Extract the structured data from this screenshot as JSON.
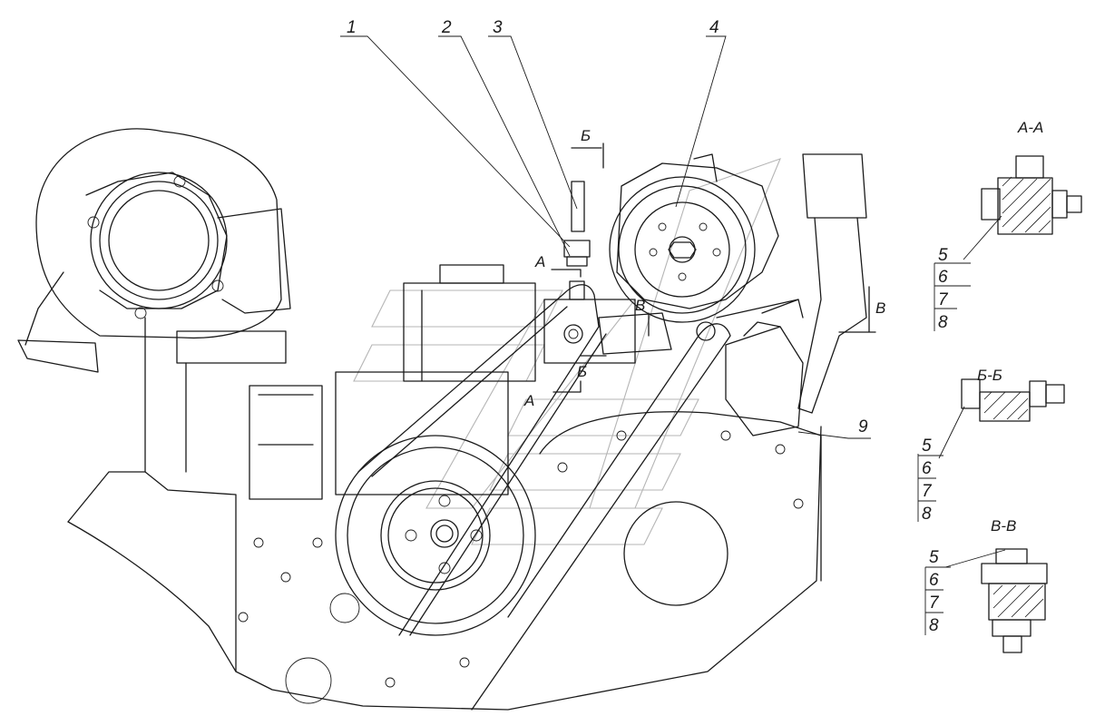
{
  "callouts": [
    "1",
    "2",
    "3",
    "4",
    "9"
  ],
  "section_markers": {
    "a": "А",
    "b": "Б",
    "v": "В"
  },
  "sections": [
    {
      "title": "А-А",
      "items": [
        "5",
        "6",
        "7",
        "8"
      ]
    },
    {
      "title": "Б-Б",
      "items": [
        "5",
        "6",
        "7",
        "8"
      ]
    },
    {
      "title": "В-В",
      "items": [
        "5",
        "6",
        "7",
        "8"
      ]
    }
  ]
}
